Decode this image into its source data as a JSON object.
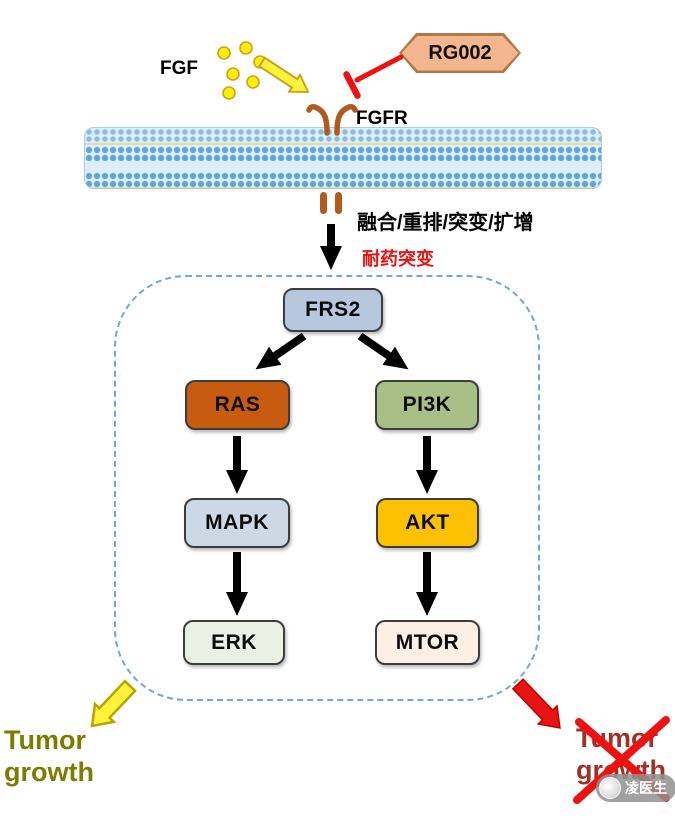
{
  "diagram": {
    "ligand_label": "FGF",
    "receptor_label": "FGFR",
    "inhibitor_label": "RG002",
    "alterations_label": "融合/重排/突变/扩增",
    "resistance_label": "耐药突变"
  },
  "pathway": {
    "nodes": [
      {
        "id": "FRS2",
        "label": "FRS2",
        "fill": "#b6c7de"
      },
      {
        "id": "RAS",
        "label": "RAS",
        "fill": "#c75c10"
      },
      {
        "id": "PI3K",
        "label": "PI3K",
        "fill": "#a8bf88"
      },
      {
        "id": "MAPK",
        "label": "MAPK",
        "fill": "#cdd8e7"
      },
      {
        "id": "AKT",
        "label": "AKT",
        "fill": "#fcc102"
      },
      {
        "id": "ERK",
        "label": "ERK",
        "fill": "#eaf1e4"
      },
      {
        "id": "MTOR",
        "label": "MTOR",
        "fill": "#fcefe3"
      }
    ],
    "edges": [
      {
        "from": "FGF",
        "to": "FGFR",
        "type": "activates"
      },
      {
        "from": "RG002",
        "to": "FGFR",
        "type": "inhibits"
      },
      {
        "from": "FGFR",
        "to": "FRS2",
        "type": "activates"
      },
      {
        "from": "FRS2",
        "to": "RAS",
        "type": "activates"
      },
      {
        "from": "FRS2",
        "to": "PI3K",
        "type": "activates"
      },
      {
        "from": "RAS",
        "to": "MAPK",
        "type": "activates"
      },
      {
        "from": "MAPK",
        "to": "ERK",
        "type": "activates"
      },
      {
        "from": "PI3K",
        "to": "AKT",
        "type": "activates"
      },
      {
        "from": "AKT",
        "to": "MTOR",
        "type": "activates"
      },
      {
        "from": "ERK",
        "to": "Tumor growth",
        "type": "promotes"
      },
      {
        "from": "MTOR",
        "to": "Tumor growth (blocked)",
        "type": "promotes"
      }
    ]
  },
  "outcomes": {
    "left_line1": "Tumor",
    "left_line2": "growth",
    "right_line1": "Tumor",
    "right_line2": "growth"
  },
  "watermark_label": "凌医生",
  "colors": {
    "inhibitor_fill": "#f3b68e",
    "inhibit_red": "#ee1111",
    "tumor_left_text": "#7c7c00",
    "tumor_right_text": "#9e3226",
    "dashed_border": "#6fa8d8",
    "membrane_dot": "#5ea6de",
    "receptor_brown": "#b05a1e",
    "fgf_dot_yellow": "#ffee00"
  }
}
